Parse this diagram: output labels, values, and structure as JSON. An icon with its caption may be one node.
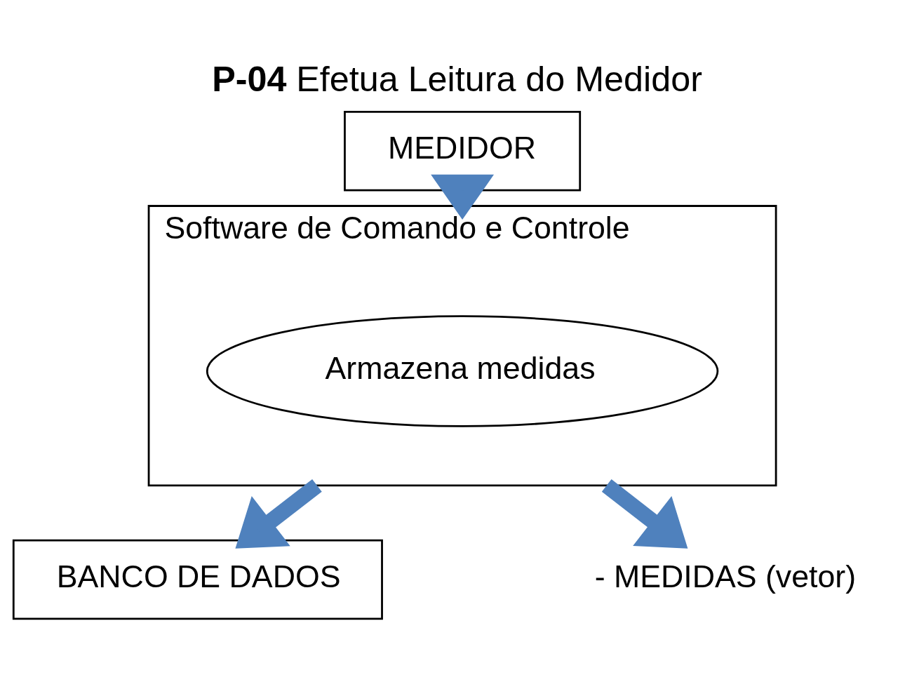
{
  "diagram": {
    "title": "**P-04** Efetua Leitura do Medidor",
    "nodes": [
      {
        "text": [
          "MEDIDOR"
        ]
      },
      {
        "text": [
          "Software de Comando e Controle"
        ]
      },
      {
        "text": [
          "Armazena medidas"
        ],
        "in": 1
      },
      {
        "text": [
          "BANCO DE DADOS"
        ]
      },
      {
        "text": [
          "- MEDIDAS (vetor)"
        ]
      }
    ],
    "edges": [
      {
        "from": 0,
        "to": 1,
        "arrow": "to"
      },
      {
        "from": 1,
        "to": 4,
        "arrow": "to"
      },
      {
        "from": 1,
        "to": 3,
        "arrow": "to"
      }
    ]
  }
}
